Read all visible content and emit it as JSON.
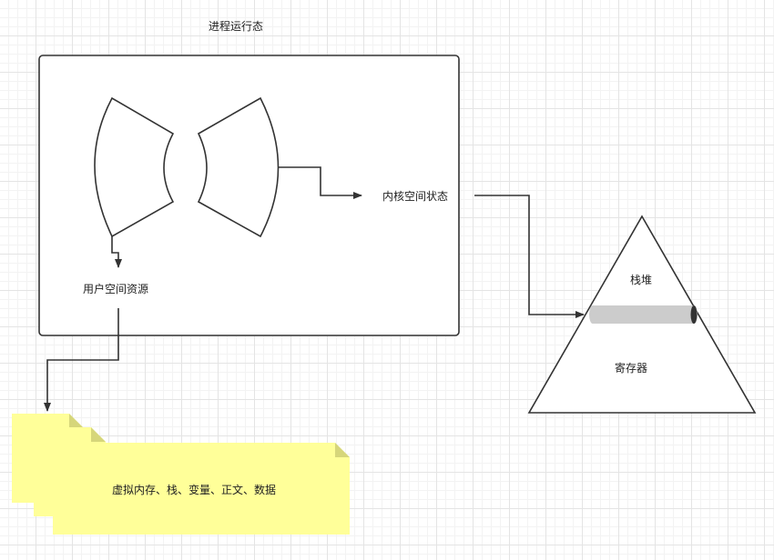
{
  "diagram": {
    "title": "进程运行态",
    "user_space_label": "用户空间资源",
    "kernel_space_label": "内核空间状态",
    "pyramid_top_label": "栈堆",
    "pyramid_bottom_label": "寄存器",
    "note_text": "虚拟内存、栈、变量、正文、数据"
  },
  "colors": {
    "stroke": "#333333",
    "note_fill": "#ffff99",
    "note_fold": "#d6d67a",
    "cylinder_fill": "#cccccc",
    "grid": "#e4e4e4"
  }
}
